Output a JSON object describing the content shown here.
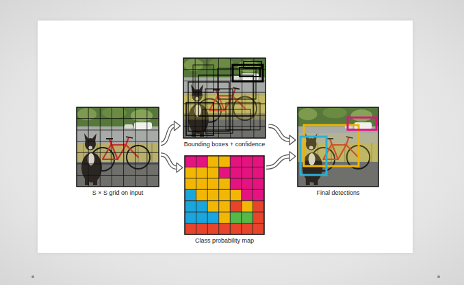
{
  "diagram": {
    "nodes": [
      {
        "text": [
          "S × S grid on input"
        ]
      },
      {
        "text": [
          "Bounding boxes + confidence"
        ]
      },
      {
        "text": [
          "Class probability map"
        ]
      },
      {
        "text": [
          "Final detections"
        ]
      }
    ],
    "edges": [
      {
        "from": 0,
        "to": 1,
        "arrow": "to"
      },
      {
        "from": 0,
        "to": 2,
        "arrow": "to"
      },
      {
        "from": 1,
        "to": 3,
        "arrow": "to"
      },
      {
        "from": 2,
        "to": 3,
        "arrow": "to"
      }
    ]
  }
}
